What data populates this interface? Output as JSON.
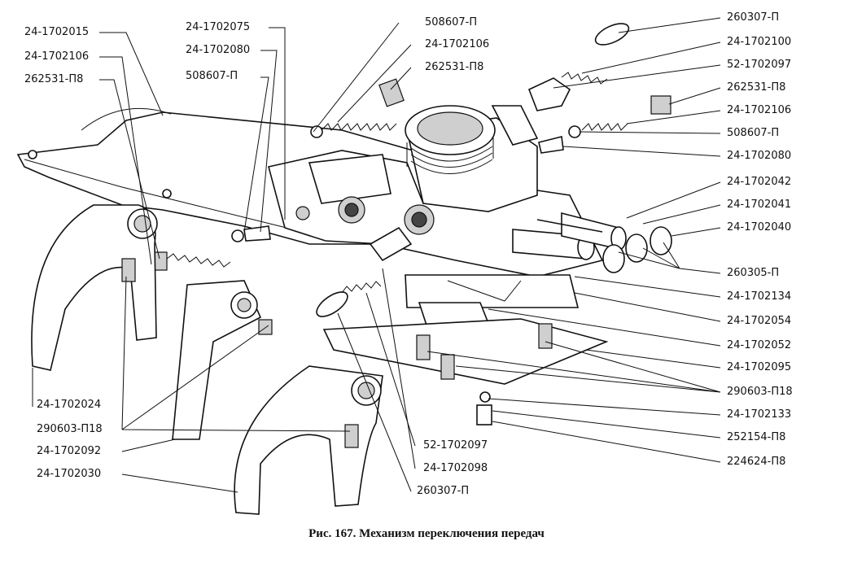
{
  "labels": {
    "l01": "24-1702015",
    "l02": "24-1702106",
    "l03": "262531-П8",
    "l04": "24-1702075",
    "l05": "24-1702080",
    "l06": "508607-П",
    "l07": "508607-П",
    "l08": "24-1702106",
    "l09": "262531-П8",
    "l10": "260307-П",
    "l11": "24-1702100",
    "l12": "52-1702097",
    "l13": "262531-П8",
    "l14": "24-1702106",
    "l15": "508607-П",
    "l16": "24-1702080",
    "l17": "24-1702042",
    "l18": "24-1702041",
    "l19": "24-1702040",
    "l20": "260305-П",
    "l21": "24-1702134",
    "l22": "24-1702054",
    "l23": "24-1702052",
    "l24": "24-1702095",
    "l25": "290603-П18",
    "l26": "24-1702133",
    "l27": "252154-П8",
    "l28": "224624-П8",
    "l29": "24-1702024",
    "l30": "290603-П18",
    "l31": "24-1702092",
    "l32": "24-1702030",
    "l33": "52-1702097",
    "l34": "24-1702098",
    "l35": "260307-П"
  },
  "caption": "Рис. 167. Механизм переключения передач"
}
